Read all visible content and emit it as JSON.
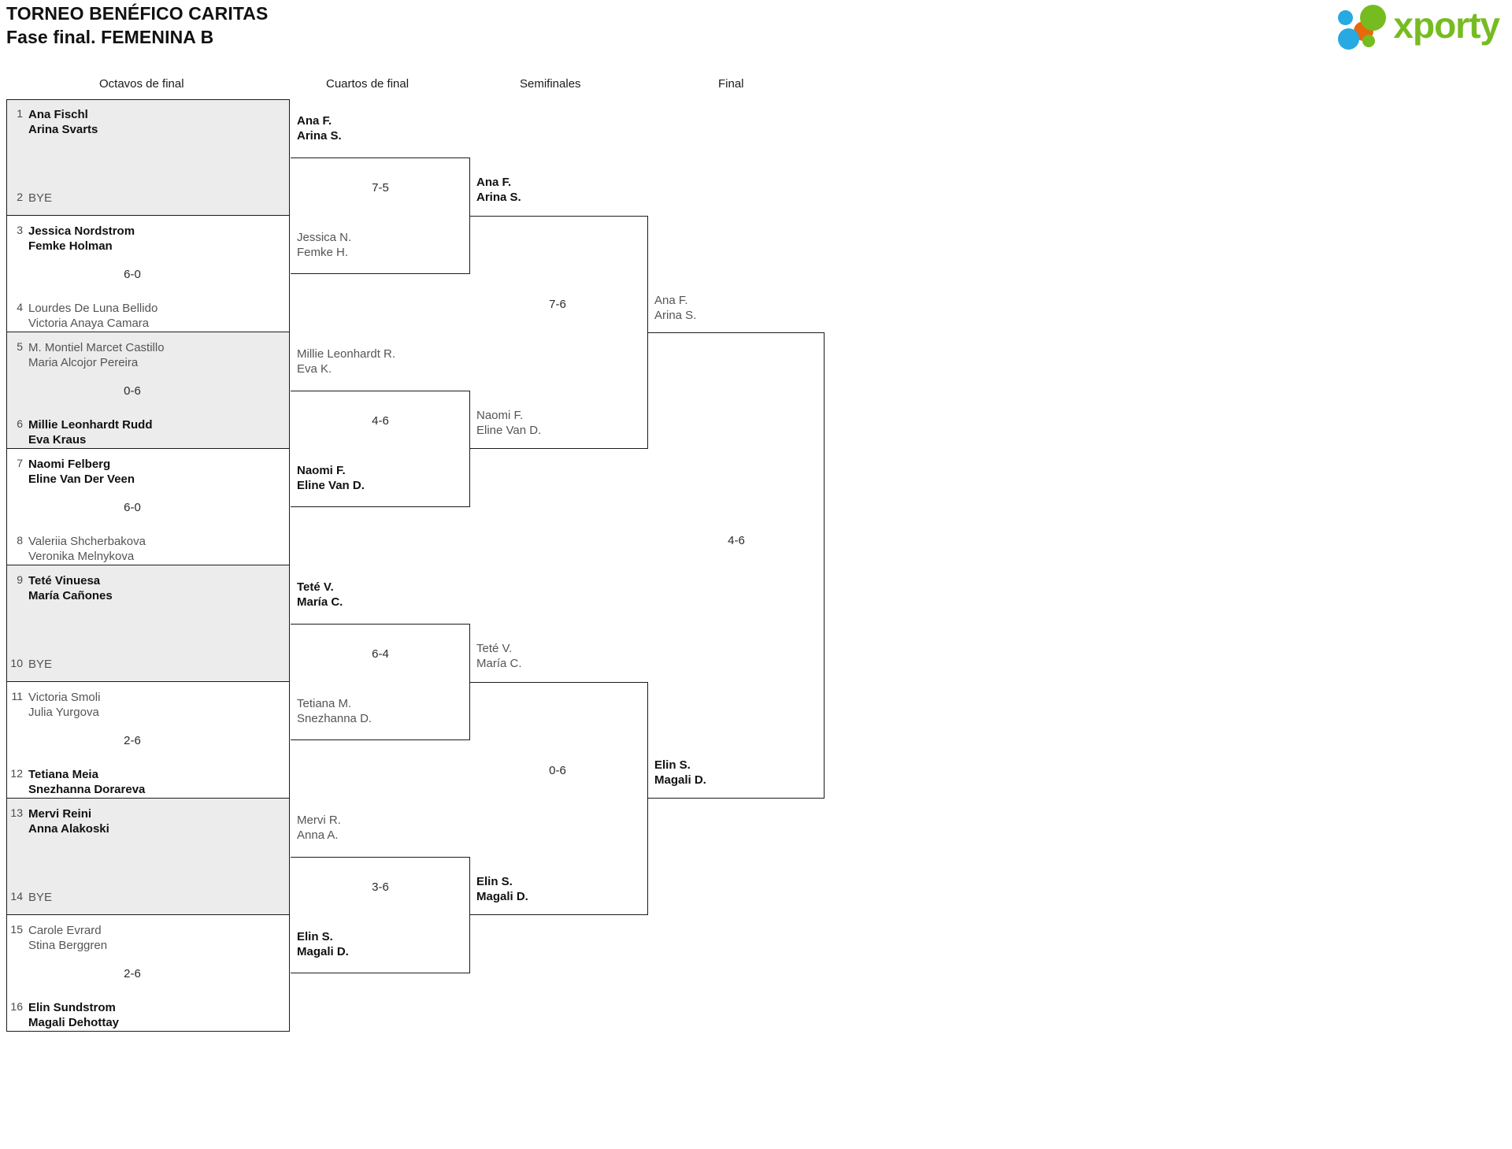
{
  "header": {
    "title_line1": "TORNEO BENÉFICO CARITAS",
    "title_line2": "Fase final. FEMENINA B",
    "logo_text": "xporty",
    "logo_colors": {
      "blue": "#27a9e1",
      "orange": "#e8690b",
      "green": "#76bc21"
    }
  },
  "rounds": [
    {
      "label": "Octavos de final"
    },
    {
      "label": "Cuartos de final"
    },
    {
      "label": "Semifinales"
    },
    {
      "label": "Final"
    }
  ],
  "round1": {
    "entries": [
      {
        "seed": "1",
        "line1": "Ana Fischl",
        "line2": "Arina Svarts",
        "status": "win"
      },
      {
        "seed": "2",
        "line1": "BYE",
        "line2": "",
        "status": "bye"
      },
      {
        "seed": "3",
        "line1": "Jessica Nordstrom",
        "line2": "Femke Holman",
        "status": "win"
      },
      {
        "seed": "4",
        "line1": "Lourdes De Luna Bellido",
        "line2": "Victoria Anaya Camara",
        "status": "lose"
      },
      {
        "seed": "5",
        "line1": "M. Montiel Marcet Castillo",
        "line2": "Maria Alcojor Pereira",
        "status": "lose"
      },
      {
        "seed": "6",
        "line1": "Millie Leonhardt Rudd",
        "line2": "Eva Kraus",
        "status": "win"
      },
      {
        "seed": "7",
        "line1": "Naomi Felberg",
        "line2": "Eline Van Der Veen",
        "status": "win"
      },
      {
        "seed": "8",
        "line1": "Valeriia Shcherbakova",
        "line2": "Veronika Melnykova",
        "status": "lose"
      },
      {
        "seed": "9",
        "line1": "Teté Vinuesa",
        "line2": "María Cañones",
        "status": "win"
      },
      {
        "seed": "10",
        "line1": "BYE",
        "line2": "",
        "status": "bye"
      },
      {
        "seed": "11",
        "line1": "Victoria Smoli",
        "line2": "Julia Yurgova",
        "status": "lose"
      },
      {
        "seed": "12",
        "line1": "Tetiana Meia",
        "line2": "Snezhanna Dorareva",
        "status": "win"
      },
      {
        "seed": "13",
        "line1": "Mervi Reini",
        "line2": "Anna Alakoski",
        "status": "win"
      },
      {
        "seed": "14",
        "line1": "BYE",
        "line2": "",
        "status": "bye"
      },
      {
        "seed": "15",
        "line1": "Carole Evrard",
        "line2": "Stina Berggren",
        "status": "lose"
      },
      {
        "seed": "16",
        "line1": "Elin Sundstrom",
        "line2": "Magali Dehottay",
        "status": "win"
      }
    ],
    "scores": [
      "",
      "6-0",
      "0-6",
      "6-0",
      "",
      "2-6",
      "",
      "2-6"
    ]
  },
  "round2": {
    "label": "Cuartos de final",
    "entries": [
      {
        "line1": "Ana F.",
        "line2": "Arina S.",
        "status": "win"
      },
      {
        "line1": "Jessica N.",
        "line2": "Femke H.",
        "status": "lose"
      },
      {
        "line1": "Millie Leonhardt R.",
        "line2": "Eva K.",
        "status": "lose"
      },
      {
        "line1": "Naomi F.",
        "line2": "Eline Van D.",
        "status": "win"
      },
      {
        "line1": "Teté V.",
        "line2": "María C.",
        "status": "win"
      },
      {
        "line1": "Tetiana M.",
        "line2": "Snezhanna D.",
        "status": "lose"
      },
      {
        "line1": "Mervi R.",
        "line2": "Anna A.",
        "status": "lose"
      },
      {
        "line1": "Elin S.",
        "line2": "Magali D.",
        "status": "win"
      }
    ],
    "scores": [
      "7-5",
      "4-6",
      "6-4",
      "3-6"
    ]
  },
  "round3": {
    "label": "Semifinales",
    "entries": [
      {
        "line1": "Ana F.",
        "line2": "Arina S.",
        "status": "win"
      },
      {
        "line1": "Naomi F.",
        "line2": "Eline Van D.",
        "status": "lose"
      },
      {
        "line1": "Teté V.",
        "line2": "María C.",
        "status": "lose"
      },
      {
        "line1": "Elin S.",
        "line2": "Magali D.",
        "status": "win"
      }
    ],
    "scores": [
      "7-6",
      "0-6"
    ]
  },
  "round4": {
    "label": "Final",
    "entries": [
      {
        "line1": "Ana F.",
        "line2": "Arina S.",
        "status": "lose"
      },
      {
        "line1": "Elin S.",
        "line2": "Magali D.",
        "status": "win"
      }
    ],
    "scores": [
      "4-6"
    ]
  }
}
